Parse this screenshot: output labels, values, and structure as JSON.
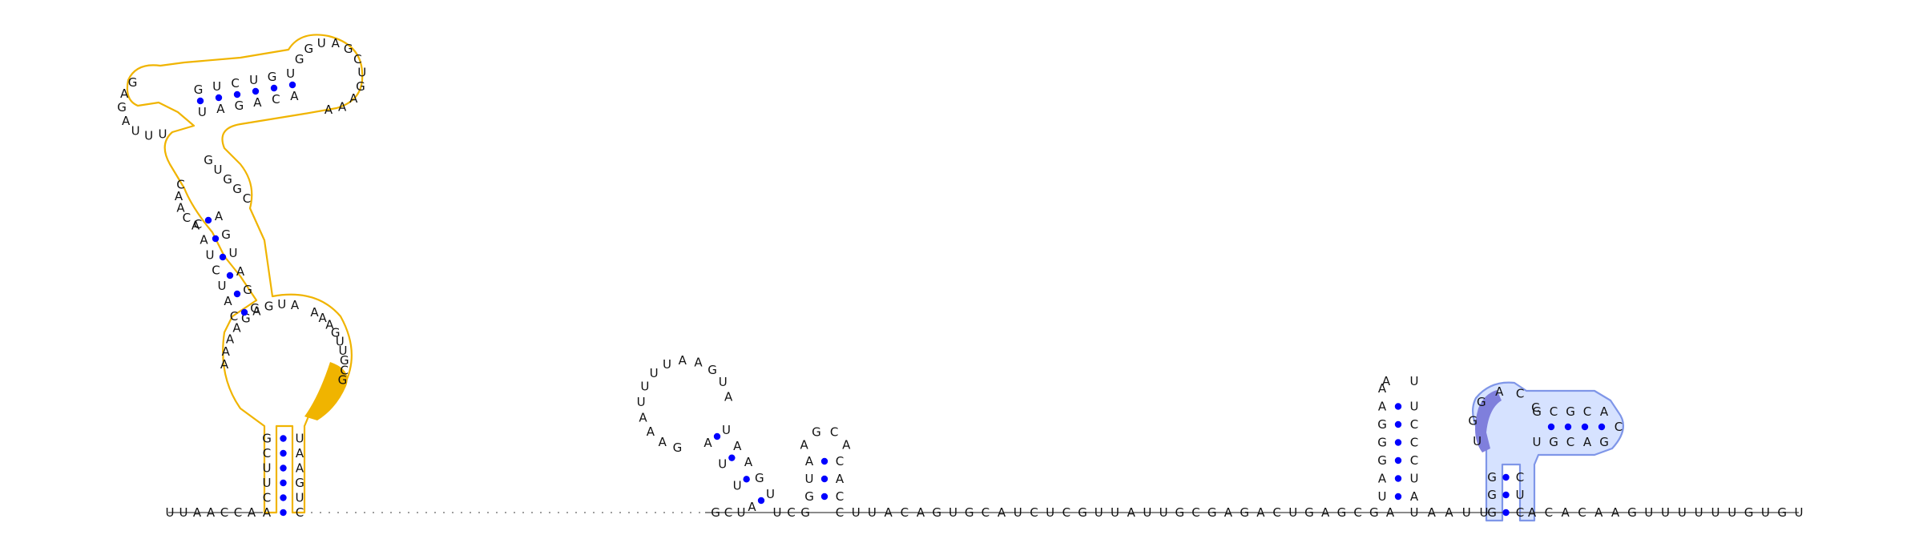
{
  "structure": {
    "five_prime_tail": "UUAACCA",
    "three_prime_tail": "ACACAAGUUUUUUGUGU",
    "mid_linker": "CUUACAGUGCAUCUCGUUAUUGCGAGACUGAGCGA",
    "linker_small": "UAAUU",
    "helix1": {
      "left": "ACUUCG",
      "right": "UAAGUC"
    },
    "big_loop_left": "AAAAGAGUA",
    "big_loop_right": "AAAGUUGCG",
    "upper_helix": {
      "left": "CAUCUAC",
      "right": "AGUAGG"
    },
    "bulge": "ACAAC",
    "terminal_loop_left": "UUUAGAG",
    "top_helix": {
      "left": "GUCUGU",
      "right": "ACAGAU"
    },
    "hairpin_loop": "GGUAGCUGAAA",
    "stem2": {
      "left": "AUUA",
      "right": "UAAGU"
    },
    "loop2": "GAAAUUUUAAGUA",
    "stem3": {
      "left": "GUA",
      "right": "CAC"
    },
    "loop3": "AGCA",
    "stem4": {
      "left": "UAGGGAA",
      "right": "UCCCUA"
    },
    "loop4": "AU",
    "stem5": {
      "left": "GGG",
      "right": "CUC"
    },
    "stem5_internal": "UGGACC",
    "stem6": {
      "left": "GCGCA",
      "right": "UGCAG"
    },
    "loop6": "C"
  },
  "colors": {
    "base_pair": "#0000ff",
    "highlight_1": "#f0b400",
    "highlight_2": "#7f96e8",
    "highlight_2_fill": "#d6e2ff"
  }
}
